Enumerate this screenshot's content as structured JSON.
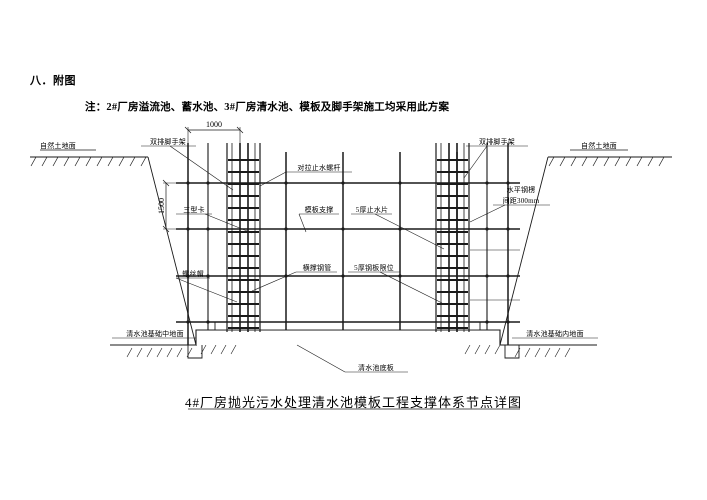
{
  "document": {
    "section_heading": "八．附图",
    "note": "注：2#厂房溢流池、蓄水池、3#厂房清水池、模板及脚手架施工均采用此方案",
    "title": "4#厂房抛光污水处理清水池模板工程支撑体系节点详图"
  },
  "drawing": {
    "dimensions": {
      "top_width": "1000",
      "left_height": "1500"
    },
    "labels": {
      "scaffold_left": "双排脚手架",
      "scaffold_right": "双排脚手架",
      "ground_left": "自然土地面",
      "ground_right": "自然土地面",
      "tie_rod": "对拉止水螺杆",
      "horizontal_waling": "水平钢楞\n间距300mm",
      "horizontal_waling_line1": "水平钢楞",
      "horizontal_waling_line2": "间距300mm",
      "clamp": "三型卡",
      "formwork_support": "模板支撑",
      "waterstop_plate": "5厚止水片",
      "brace_pipe": "横撑钢管",
      "steel_plate_limiter": "5厚钢板限位",
      "nut": "螺丝帽",
      "base_ground_mid": "清水池基础中地面",
      "base_ground_inner": "清水池基础内地面",
      "bottom_slab": "清水池底板"
    },
    "colors": {
      "line": "#1a1a1a",
      "thin_line": "#555555",
      "paper": "#ffffff"
    }
  }
}
